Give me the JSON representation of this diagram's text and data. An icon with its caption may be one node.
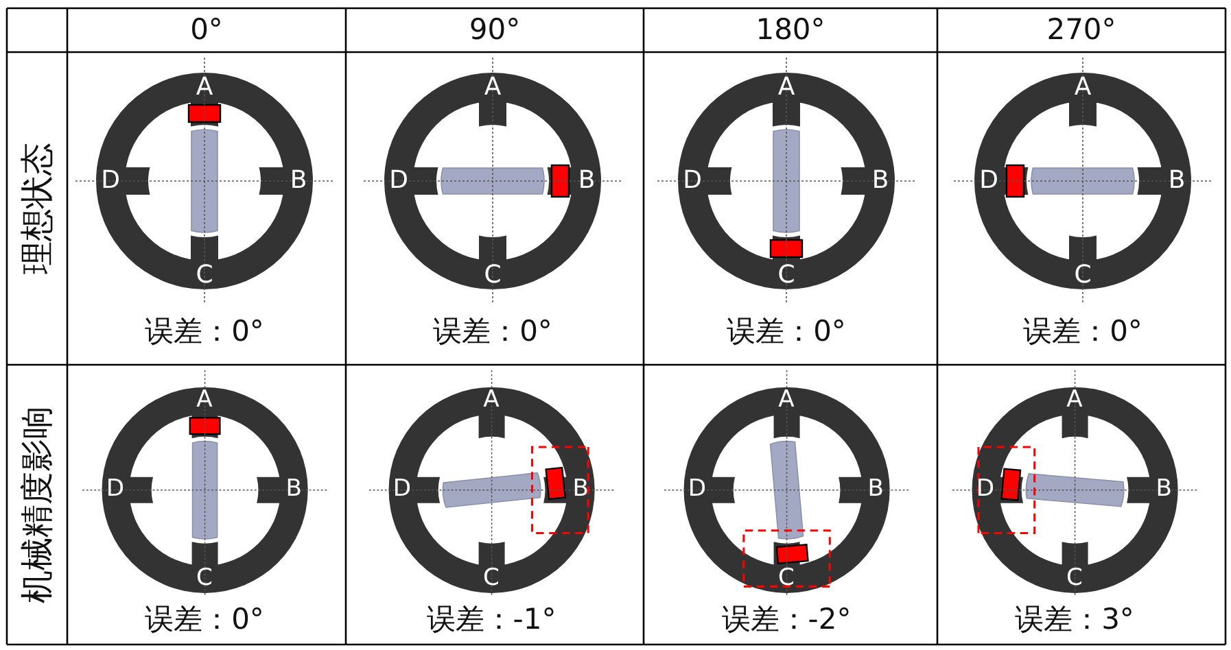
{
  "diagram": {
    "labels": [
      "0°",
      "90°",
      "180°",
      "270°",
      "理想状态",
      "A",
      "D",
      "B",
      "C",
      "误差：0°",
      "A",
      "D",
      "B",
      "C",
      "误差：0°",
      "A",
      "D",
      "B",
      "C",
      "误差：0°",
      "A",
      "D",
      "B",
      "C",
      "误差：0°",
      "机械精度影响",
      "A",
      "D",
      "B",
      "C",
      "误差：0°",
      "A",
      "D",
      "B",
      "C",
      "误差：-1°",
      "A",
      "D",
      "B",
      "C",
      "误差：-2°",
      "A",
      "D",
      "B",
      "C",
      "误差：3°"
    ]
  }
}
